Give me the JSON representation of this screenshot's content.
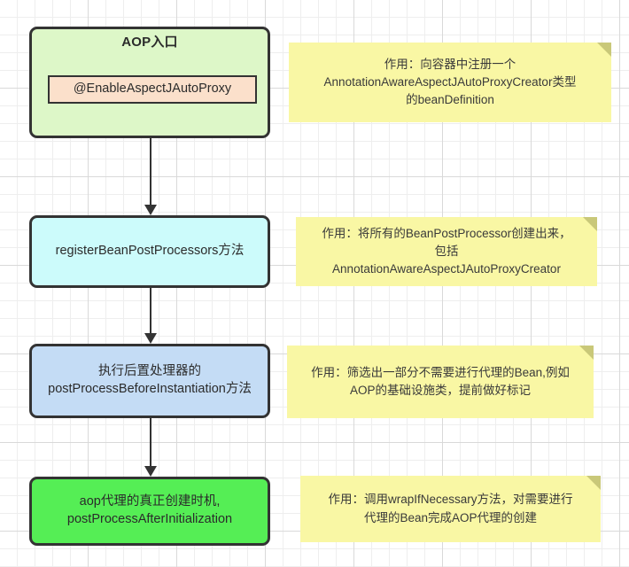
{
  "diagram": {
    "title": "AOP flow diagram",
    "colors": {
      "node_border": "#333333",
      "node_entry_fill": "#ddf7c8",
      "annotation_chip_fill": "#fbe0cb",
      "node_register_fill": "#ccfbfb",
      "node_before_fill": "#c4dcf5",
      "node_after_fill": "#55ee55",
      "note_fill": "#f9f7a4",
      "note_fold": "#c9c879",
      "arrow": "#333333",
      "grid_minor": "#eeeeee",
      "grid_major": "#d9d9d9"
    },
    "nodes": [
      {
        "id": "aop-entry",
        "title": "AOP入口",
        "chip": "@EnableAspectJAutoProxy"
      },
      {
        "id": "register-bpp",
        "body": "registerBeanPostProcessors方法"
      },
      {
        "id": "post-process-before",
        "body": "执行后置处理器的\npostProcessBeforeInstantiation方法"
      },
      {
        "id": "post-process-after",
        "body": "aop代理的真正创建时机,\npostProcessAfterInitialization"
      }
    ],
    "notes": [
      {
        "id": "note-1",
        "text": "作用：向容器中注册一个\nAnnotationAwareAspectJAutoProxyCreator类型\n的beanDefinition"
      },
      {
        "id": "note-2",
        "text": "作用：将所有的BeanPostProcessor创建出来，\n包括\nAnnotationAwareAspectJAutoProxyCreator"
      },
      {
        "id": "note-3",
        "text": "作用：筛选出一部分不需要进行代理的Bean,例如\nAOP的基础设施类，提前做好标记"
      },
      {
        "id": "note-4",
        "text": "作用：调用wrapIfNecessary方法，对需要进行\n代理的Bean完成AOP代理的创建"
      }
    ],
    "connectors": [
      {
        "id": "arrow-1",
        "from": "aop-entry",
        "to": "register-bpp"
      },
      {
        "id": "arrow-2",
        "from": "register-bpp",
        "to": "post-process-before"
      },
      {
        "id": "arrow-3",
        "from": "post-process-before",
        "to": "post-process-after"
      }
    ]
  }
}
